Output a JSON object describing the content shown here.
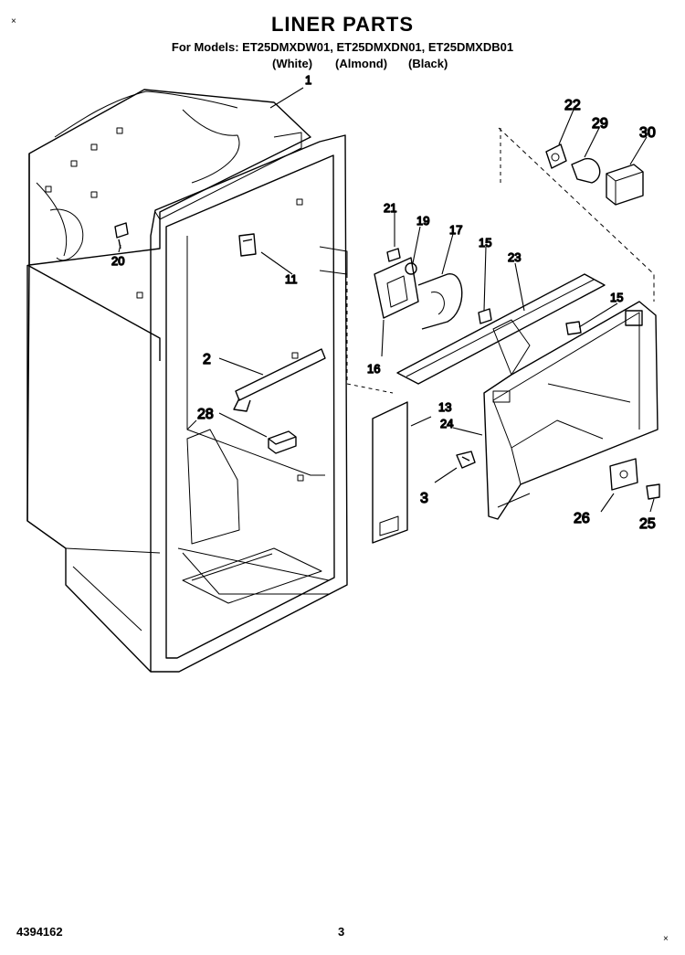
{
  "header": {
    "title": "LINER PARTS",
    "models_line": "For Models: ET25DMXDW01, ET25DMXDN01, ET25DMXDB01",
    "colors": [
      "(White)",
      "(Almond)",
      "(Black)"
    ]
  },
  "footer": {
    "doc_number": "4394162",
    "page_number": "3"
  },
  "callouts": {
    "c1": "1",
    "c2": "2",
    "c3": "3",
    "c11": "11",
    "c13": "13",
    "c15a": "15",
    "c15b": "15",
    "c16": "16",
    "c17": "17",
    "c19": "19",
    "c20": "20",
    "c21": "21",
    "c22": "22",
    "c23": "23",
    "c24": "24",
    "c25": "25",
    "c26": "26",
    "c28": "28",
    "c29": "29",
    "c30": "30"
  }
}
